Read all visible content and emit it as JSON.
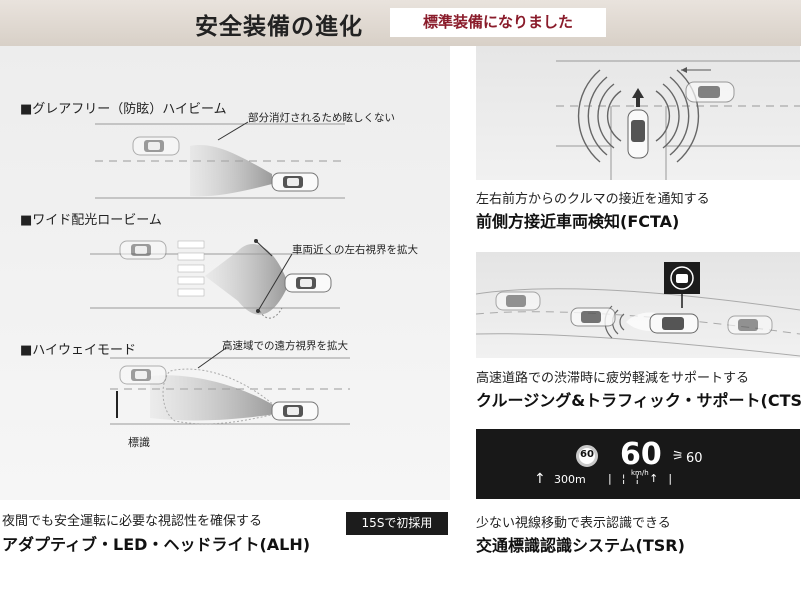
{
  "header": {
    "title": "安全装備の進化",
    "badge": "標準装備になりました"
  },
  "alh": {
    "glare_free_label": "■グレアフリー（防眩）ハイビーム",
    "glare_free_callout": "部分消灯されるため眩しくない",
    "wide_low_label": "■ワイド配光ロービーム",
    "wide_low_callout": "車両近くの左右視界を拡大",
    "highway_label": "■ハイウェイモード",
    "highway_callout": "高速域での遠方視界を拡大",
    "sign_label": "標識",
    "caption_sub": "夜間でも安全運転に必要な視認性を確保する",
    "caption_main": "アダプティブ・LED・ヘッドライト(ALH)",
    "new_badge": "15Sで初採用"
  },
  "fcta": {
    "caption_sub": "左右前方からのクルマの接近を通知する",
    "caption_main": "前側方接近車両検知(FCTA)"
  },
  "cts": {
    "caption_sub": "高速道路での渋滞時に疲労軽減をサポートする",
    "caption_main": "クルージング&トラフィック・サポート(CTS)"
  },
  "tsr": {
    "sign_value": "60",
    "speed_value": "60",
    "speed_unit": "km/h",
    "set_speed": "60",
    "distance": "300m",
    "caption_sub": "少ない視線移動で表示認識できる",
    "caption_main": "交通標識認識システム(TSR)"
  }
}
